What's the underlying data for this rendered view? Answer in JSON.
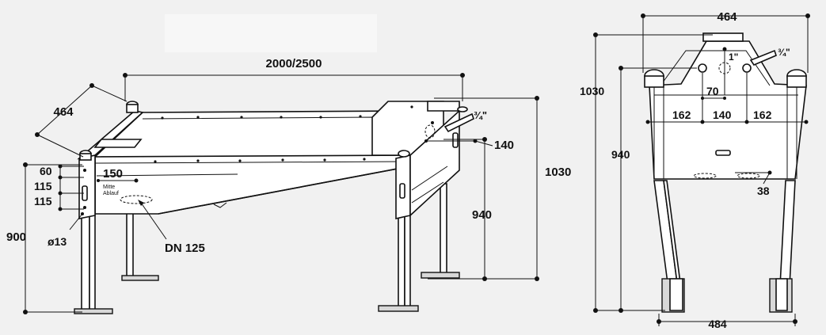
{
  "dimensions": {
    "length": "2000/2500",
    "width_left": "464",
    "height_total": "1030",
    "height_940": "940",
    "pipe_140": "140",
    "fitting_3_4": "¾\"",
    "drain": "DN 125",
    "offset_150": "150",
    "hole_60": "60",
    "hole_115a": "115",
    "hole_115b": "115",
    "height_900": "900",
    "hole_dia": "ø13",
    "mitte_ablauf_1": "Mitte",
    "mitte_ablauf_2": "Ablauf"
  },
  "side_view": {
    "width_top": "464",
    "height_total": "1030",
    "height_940": "940",
    "fitting_1": "1\"",
    "fitting_3_4": "¾\"",
    "hole_70": "70",
    "spacing_162_left": "162",
    "spacing_140": "140",
    "spacing_162_right": "162",
    "slot_38": "38",
    "foot_484": "484"
  }
}
